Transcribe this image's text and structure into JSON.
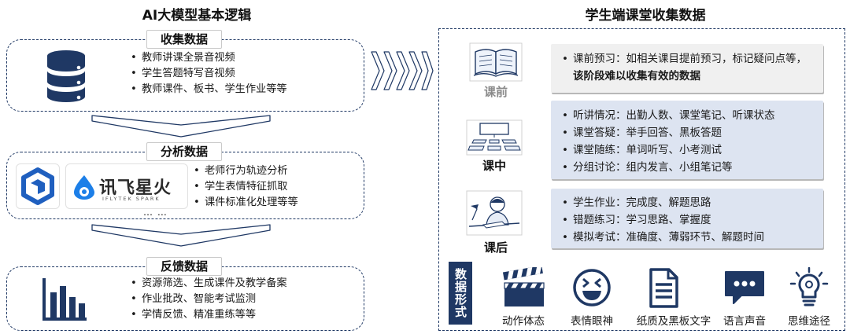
{
  "left": {
    "title": "AI大模型基本逻辑",
    "collect": {
      "tag": "收集数据",
      "items": [
        "教师讲课全景音视频",
        "学生答题特写音视频",
        "教师课件、板书、学生作业等等"
      ]
    },
    "analyze": {
      "tag": "分析数据",
      "items": [
        "老师行为轨迹分析",
        "学生表情特征抓取",
        "课件标准化处理等等"
      ],
      "logo_main": "讯飞星火",
      "logo_sub": "IFLYTEK SPARK",
      "ellipsis": "… …"
    },
    "feedback": {
      "tag": "反馈数据",
      "items": [
        "资源筛选、生成课件及教学备案",
        "作业批改、智能考试监测",
        "学情反馈、精准重练等等"
      ]
    }
  },
  "right": {
    "title": "学生端课堂收集数据",
    "stages": [
      {
        "label": "课前",
        "items": [
          {
            "text": "课前预习：如相关课目提前预习，标记疑问点等，",
            "bold": "该阶段难以收集有效的数据"
          }
        ]
      },
      {
        "label": "课中",
        "items": [
          {
            "text": "听讲情况：出勤人数、课堂笔记、听课状态"
          },
          {
            "text": "课堂答疑：举手回答、黑板答题"
          },
          {
            "text": "课堂随练：单词听写、小考测试"
          },
          {
            "text": "分组讨论：组内发言、小组笔记等"
          }
        ]
      },
      {
        "label": "课后",
        "items": [
          {
            "text": "学生作业：完成度、解题思路"
          },
          {
            "text": "错题练习：学习思路、掌握度"
          },
          {
            "text": "模拟考试：准确度、薄弱环节、解题时间"
          }
        ]
      }
    ],
    "forms_label": "数据形式",
    "forms": [
      "动作体态",
      "表情眼神",
      "纸质及黑板文字",
      "语言声音",
      "思维途径"
    ]
  },
  "colors": {
    "navy": "#1f3864",
    "pre_fill": "#f0f0f0",
    "in_fill": "#dde4f1",
    "grey_label": "#8a8a8a"
  }
}
